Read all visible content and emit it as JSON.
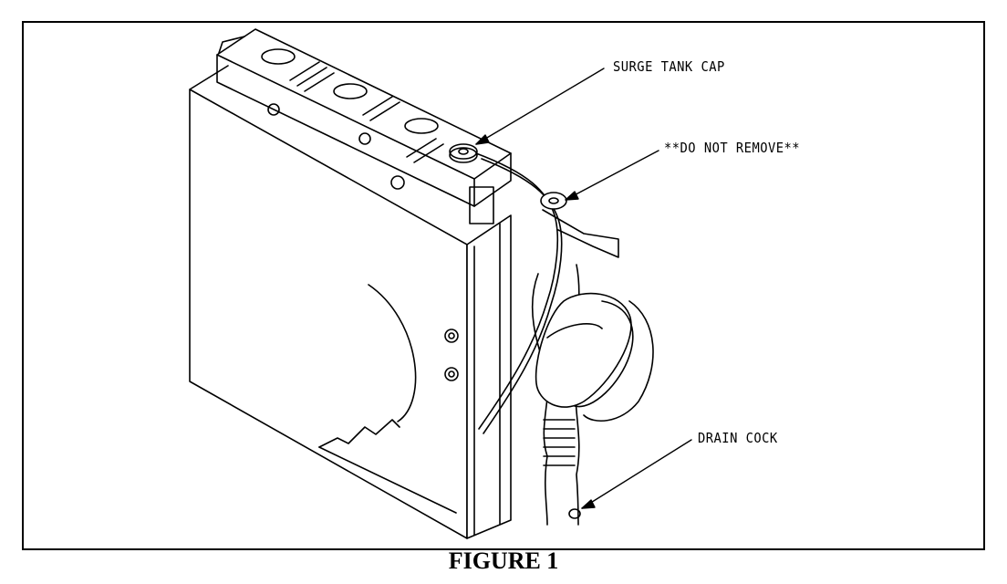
{
  "figure": {
    "caption": "FIGURE 1",
    "labels": {
      "surge_tank_cap": "SURGE TANK CAP",
      "do_not_remove": "**DO NOT REMOVE**",
      "drain_cock": "DRAIN COCK"
    }
  }
}
